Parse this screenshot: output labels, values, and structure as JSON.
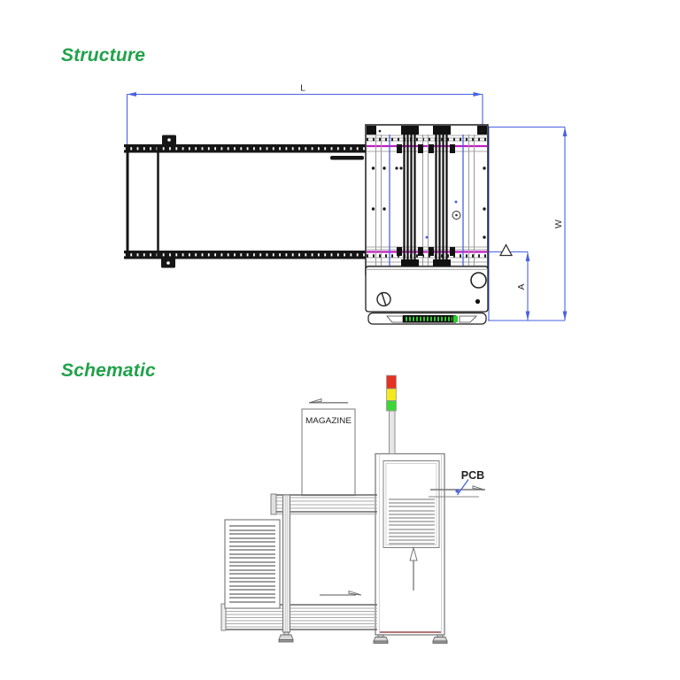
{
  "structure_section": {
    "heading": "Structure",
    "dimensions": {
      "length_label": "L",
      "width_label": "W",
      "offset_label": "A"
    }
  },
  "schematic_section": {
    "heading": "Schematic",
    "labels": {
      "magazine": "MAGAZINE",
      "pcb": "PCB"
    }
  },
  "colors": {
    "heading_green": "#21a24b",
    "dimension_blue": "#4a62e0",
    "belt_magenta": "#c21ec2",
    "line_dark": "#161616",
    "schematic_gray": "#808080",
    "tower_red": "#e53222",
    "tower_yellow": "#f2e91f",
    "tower_green": "#3fd43a",
    "logo_green": "#2ecc2e",
    "base_red": "#9c4a4a"
  }
}
